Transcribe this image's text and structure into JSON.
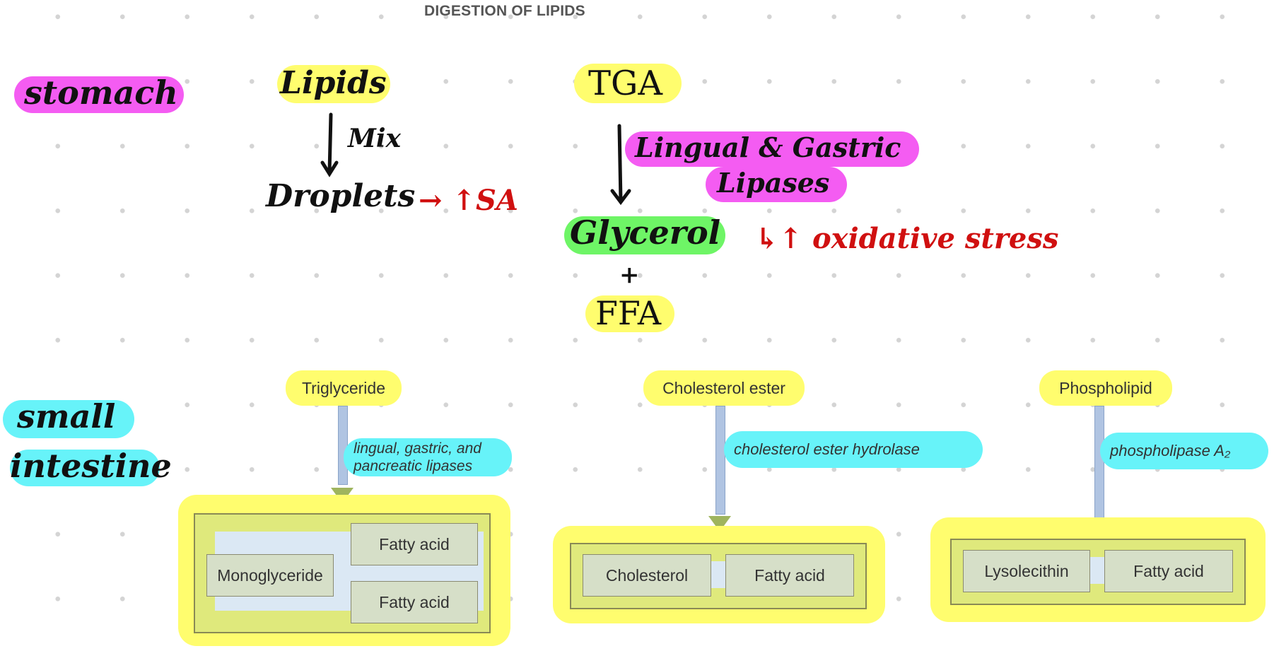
{
  "title": "DIGESTION OF LIPIDS",
  "stomach": {
    "label": "stomach",
    "lipids": "Lipids",
    "mix": "Mix",
    "droplets": "Droplets",
    "droplets_note": "→ ↑SA",
    "tga": "TGA",
    "enzyme_line1": "Lingual & Gastric",
    "enzyme_line2": "Lipases",
    "glycerol": "Glycerol",
    "glycerol_note": "↳↑ oxidative stress",
    "plus": "+",
    "ffa": "FFA"
  },
  "small_intestine": {
    "label_line1": "small",
    "label_line2": "intestine",
    "pathways": [
      {
        "substrate": "Triglyceride",
        "enzyme": "lingual, gastric, and pancreatic lipases",
        "products": [
          "Monoglyceride",
          "Fatty acid",
          "Fatty acid"
        ]
      },
      {
        "substrate": "Cholesterol ester",
        "enzyme": "cholesterol ester hydrolase",
        "products": [
          "Cholesterol",
          "Fatty acid"
        ]
      },
      {
        "substrate": "Phospholipid",
        "enzyme": "phospholipase A₂",
        "products": [
          "Lysolecithin",
          "Fatty acid"
        ]
      }
    ]
  },
  "colors": {
    "magenta": "#f45cf2",
    "yellow": "#fffd6e",
    "green": "#6ef566",
    "cyan": "#67f3f9",
    "red_ink": "#d01010"
  }
}
